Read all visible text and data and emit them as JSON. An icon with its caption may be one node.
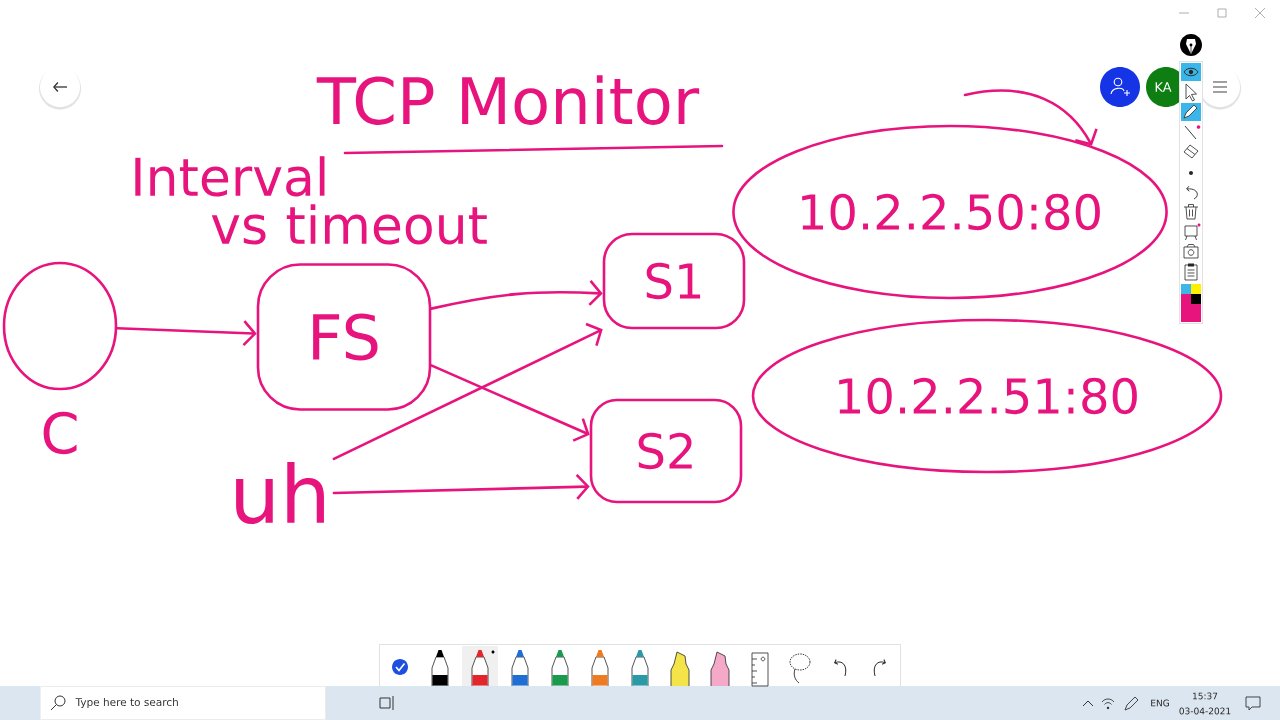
{
  "diagram": {
    "title": "TCP Monitor",
    "nodes": [
      {
        "text": [],
        "shape": "circle",
        "beside": [
          "C"
        ]
      },
      {
        "text": [
          "FS"
        ]
      },
      {
        "text": [
          "S1"
        ]
      },
      {
        "text": [
          "S2"
        ]
      },
      {
        "text": [
          "uh"
        ]
      },
      {
        "text": [
          "10.2.2.50:80"
        ]
      },
      {
        "text": [
          "10.2.2.51:80"
        ]
      }
    ],
    "edges": [
      {
        "from": 0,
        "to": 1,
        "arrow": "to"
      },
      {
        "from": 1,
        "to": 2,
        "arrow": "to"
      },
      {
        "from": 1,
        "to": 3,
        "arrow": "to"
      },
      {
        "from": 4,
        "to": 2,
        "arrow": "to"
      },
      {
        "from": 4,
        "to": 3,
        "arrow": "to"
      },
      {
        "from": null,
        "to": 5,
        "arrow": "to"
      }
    ],
    "labels": [
      "KA",
      "Interval vs timeout",
      "Type here to search",
      "ENG",
      "15:37",
      "03-04-2021"
    ]
  }
}
